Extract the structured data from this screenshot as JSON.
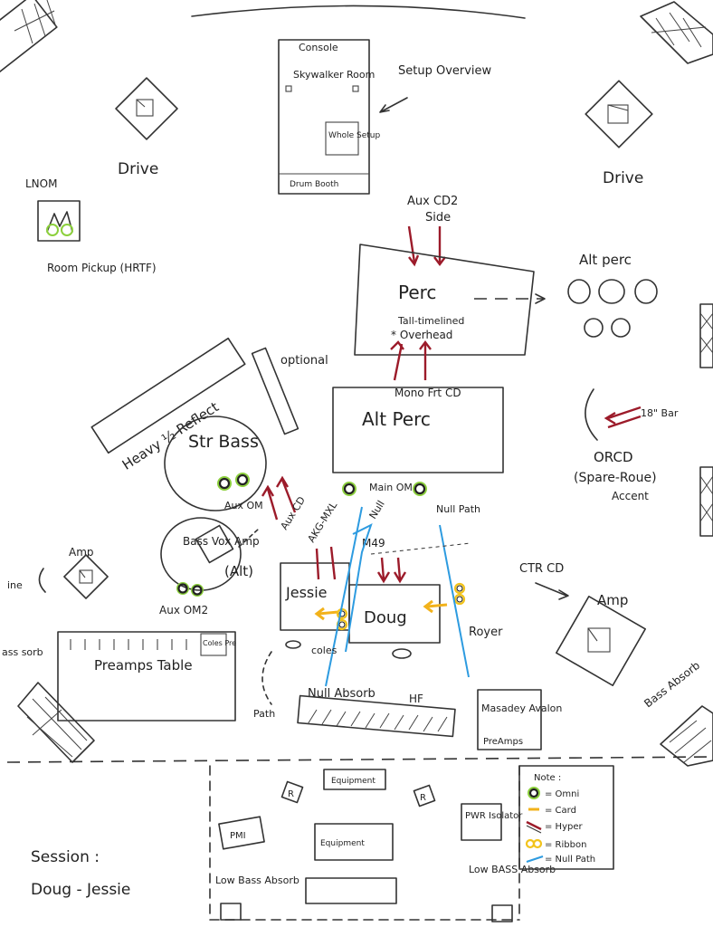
{
  "labels": {
    "console": "Console",
    "skywalker_room": "Skywalker Room",
    "whole_setup": "Whole Setup",
    "drum_booth": "Drum Booth",
    "setup_overview": "Setup Overview",
    "drive_left": "Drive",
    "drive_right": "Drive",
    "lnom": "LNOM",
    "room_pickup": "Room Pickup (HRTF)",
    "aux_cd2": "Aux CD2",
    "side": "Side",
    "perc": "Perc",
    "tall_timelined": "Tall-timelined",
    "overhead": "* Overhead",
    "mono_frt_cd": "Mono Frt CD",
    "alt_perc_right": "Alt perc",
    "alt_perc_center": "Alt Perc",
    "bar_18": "18\" Bar",
    "orcd": "ORCD",
    "spare_roue": "(Spare-Roue)",
    "accent": "Accent",
    "optional": "optional",
    "heavy_reflect": "Heavy ½ Reflect",
    "str_bass": "Str Bass",
    "aux_om": "Aux OM",
    "aux_cd": "Aux CD",
    "akg_mxl": "AKG-MXL",
    "main_om": "Main OM",
    "null": "Null",
    "m49": "M49",
    "null_path": "Null Path",
    "bass_vox_amp": "Bass Vox Amp",
    "alt": "(Alt)",
    "aux_om2": "Aux OM2",
    "amp_left": "Amp",
    "line": "ine",
    "jessie": "Jessie",
    "doug": "Doug",
    "royer": "Royer",
    "ctr_cd": "CTR CD",
    "amp_right": "Amp",
    "preamps_table": "Preamps Table",
    "coles_pre": "Coles Pre",
    "coles": "coles",
    "path": "Path",
    "null_absorb": "Null Absorb",
    "hf": "HF",
    "masaday_avalon": "Masadey Avalon",
    "preamps": "PreAmps",
    "bass_absorb_right": "Bass Absorb",
    "bass_absorb_left": "ass sorb",
    "equipment_top": "Equipment",
    "equipment_mid": "Equipment",
    "pmi": "PMI",
    "pwr_isolator": "PWR Isolator",
    "low_bass_absorb_left": "Low Bass Absorb",
    "low_bass_absorb_right": "Low BASS Absorb",
    "r1": "R",
    "r2": "R",
    "session_title": "Session :",
    "session_name": "Doug - Jessie"
  },
  "legend": {
    "title": "Note :",
    "items": [
      {
        "symbol": "omni",
        "label": "= Omni"
      },
      {
        "symbol": "card",
        "label": "= Card"
      },
      {
        "symbol": "hyper",
        "label": "= Hyper"
      },
      {
        "symbol": "ribbon",
        "label": "= Ribbon"
      },
      {
        "symbol": "null-path",
        "label": "= Null Path"
      }
    ]
  },
  "colors": {
    "ink": "#222222",
    "omni": "#8cd03c",
    "card": "#f2b21b",
    "hyper": "#9c1b2a",
    "ribbon": "#f2c31b",
    "null_path": "#2d9be0"
  }
}
